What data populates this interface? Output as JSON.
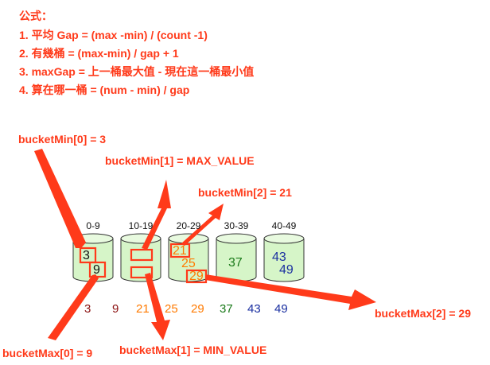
{
  "formulas": {
    "title": "公式：",
    "lines": [
      "1. 平均 Gap = (max -min) / (count -1)",
      "2. 有幾桶 = (max-min) / gap + 1",
      "3. maxGap = 上一桶最大值   - 現在這一桶最小值",
      "4. 算在哪一桶 = (num - min) / gap"
    ]
  },
  "buckets": {
    "ranges": [
      "0-9",
      "10-19",
      "20-29",
      "30-39",
      "40-49"
    ],
    "contents": {
      "b0": [
        "3",
        "9"
      ],
      "b2": [
        "21",
        "25",
        "29"
      ],
      "b3": [
        "37"
      ],
      "b4": [
        "43",
        "49"
      ]
    }
  },
  "sequence": [
    "3",
    "9",
    "21",
    "25",
    "29",
    "37",
    "43",
    "49"
  ],
  "annotations": {
    "bucket_min_0": "bucketMin[0] = 3",
    "bucket_min_1": "bucketMin[1] = MAX_VALUE",
    "bucket_min_2": "bucketMin[2] = 21",
    "bucket_max_0": "bucketMax[0] = 9",
    "bucket_max_1": "bucketMax[1] = MIN_VALUE",
    "bucket_max_2": "bucketMax[2] = 29"
  },
  "colors": {
    "accent": "#ff3a1a",
    "bucket_fill": "#d6f5c8",
    "dark_red": "#8b1010",
    "orange": "#ff7a00",
    "green": "#1a7a1a",
    "blue": "#1a2fa0"
  }
}
